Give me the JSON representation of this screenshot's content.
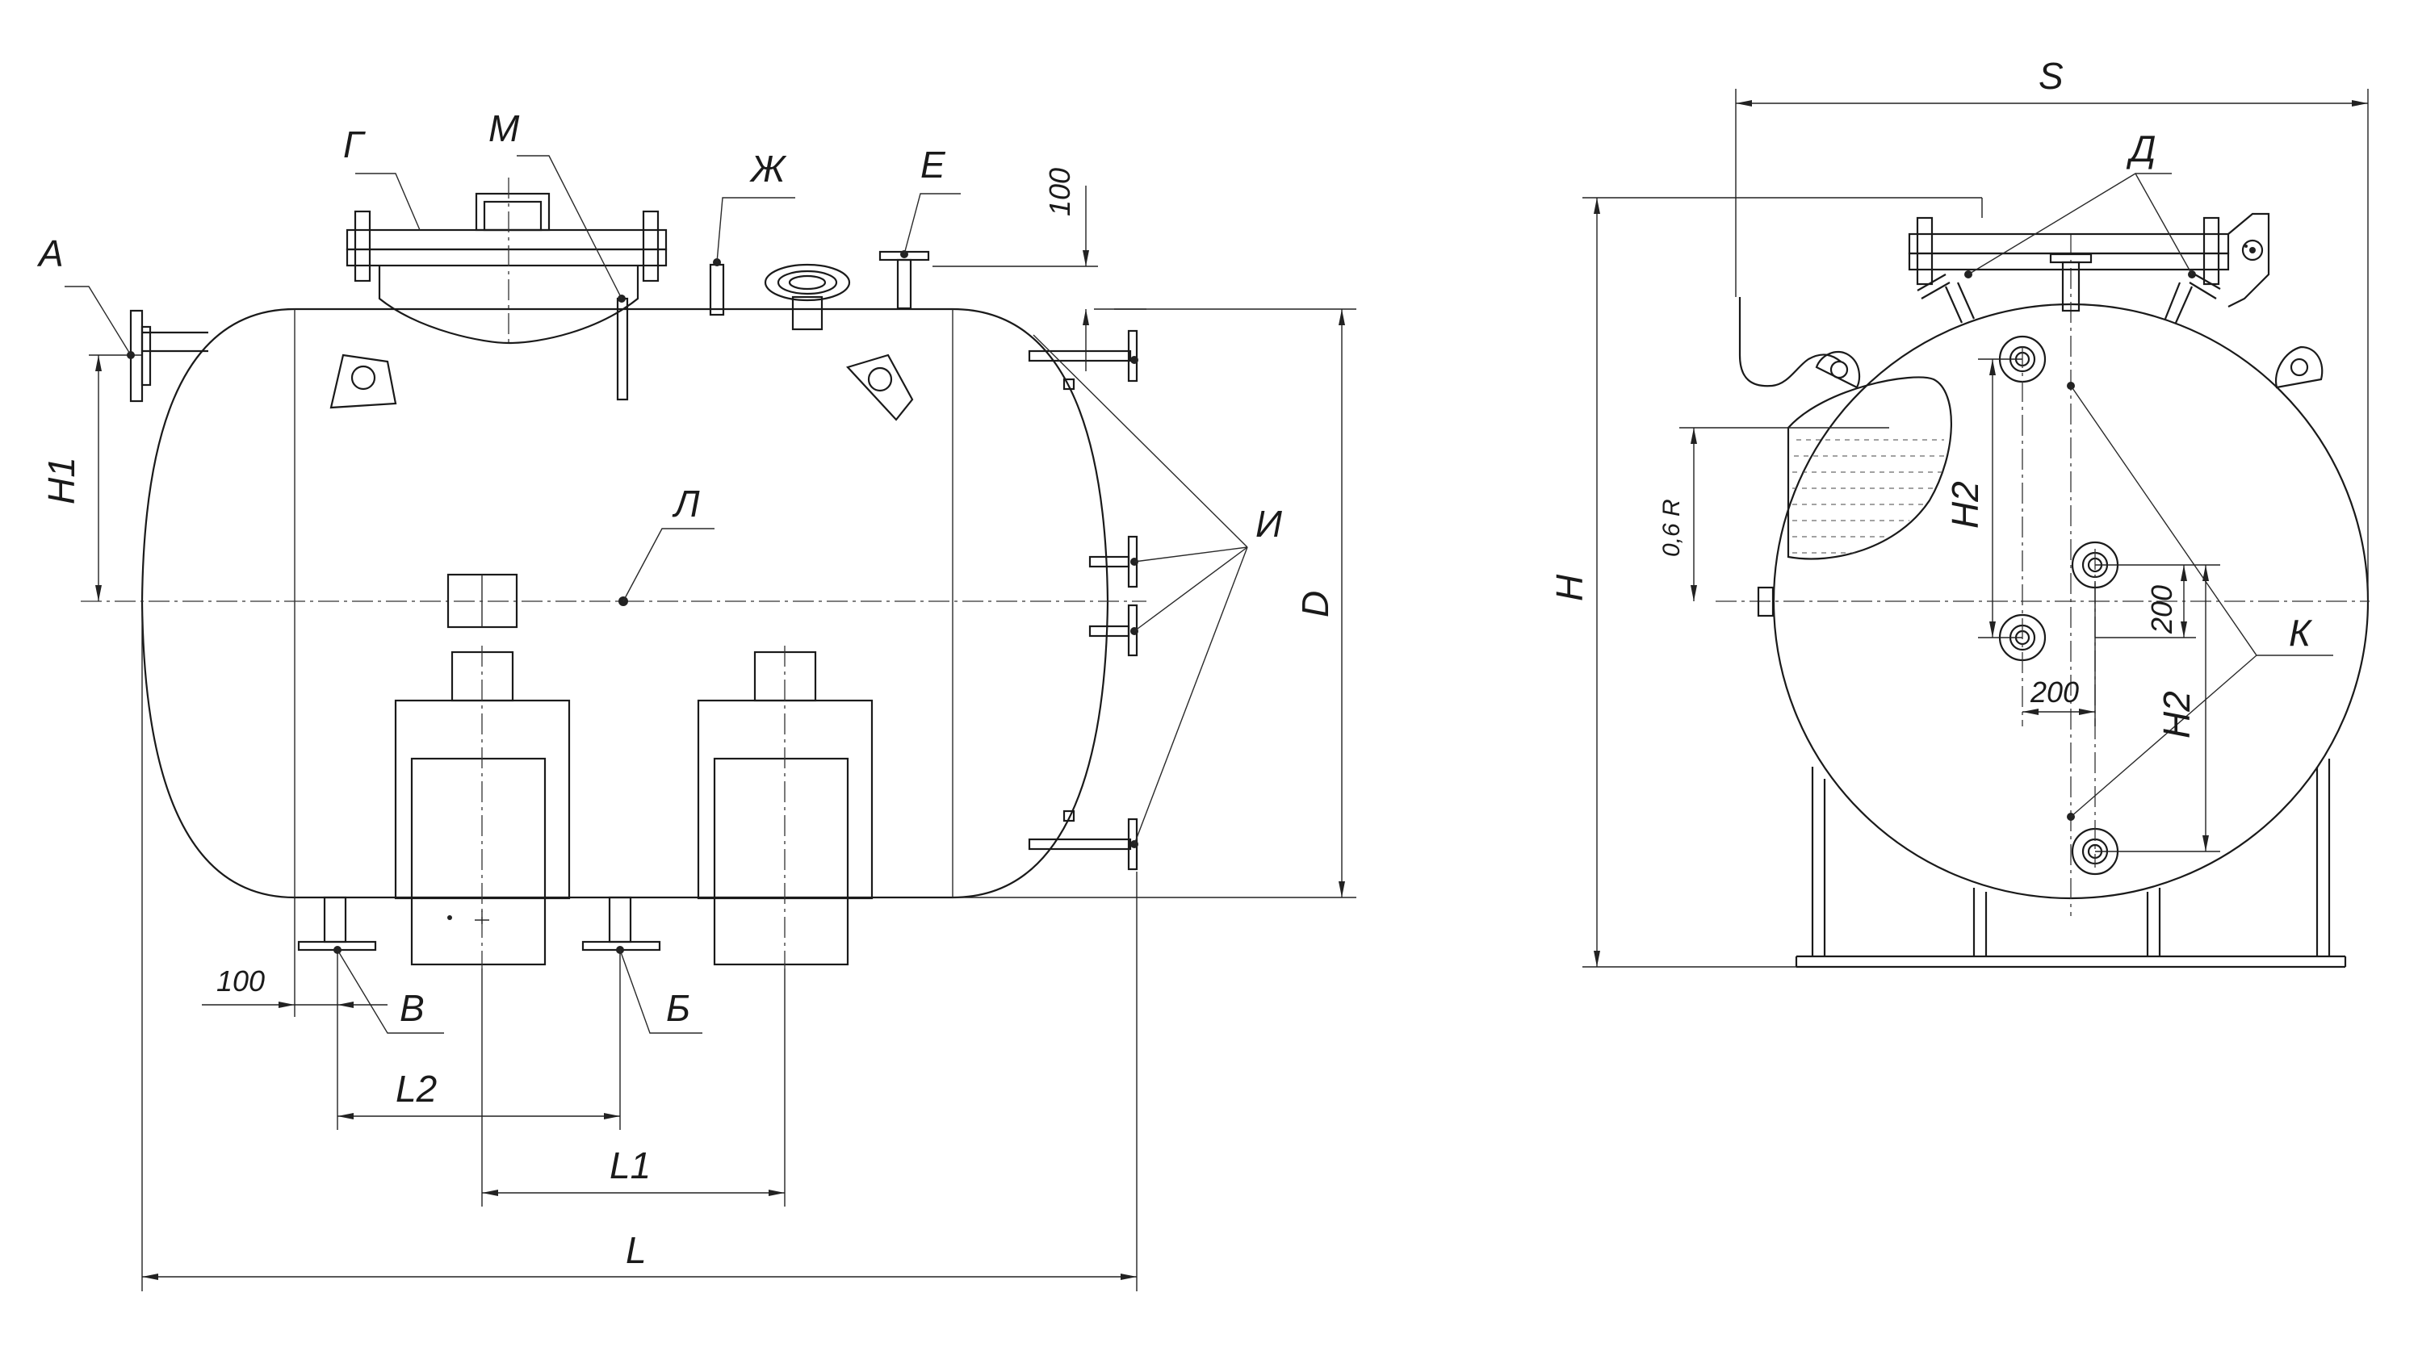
{
  "side_view": {
    "nozzles": {
      "a": "А",
      "g": "Г",
      "m": "М",
      "zh": "Ж",
      "e": "Е",
      "l": "Л",
      "i": "И",
      "v": "В",
      "b": "Б"
    },
    "dimensions": {
      "top_offset": "100",
      "h1": "H1",
      "d": "D",
      "bottom_offset": "100",
      "l2": "L2",
      "l1": "L1",
      "l": "L"
    }
  },
  "end_view": {
    "nozzles": {
      "d": "Д",
      "k": "К"
    },
    "dimensions": {
      "s": "S",
      "h": "H",
      "level": "0,6 R",
      "h2_upper": "H2",
      "h2_lower": "H2",
      "v200": "200",
      "h200": "200"
    }
  }
}
